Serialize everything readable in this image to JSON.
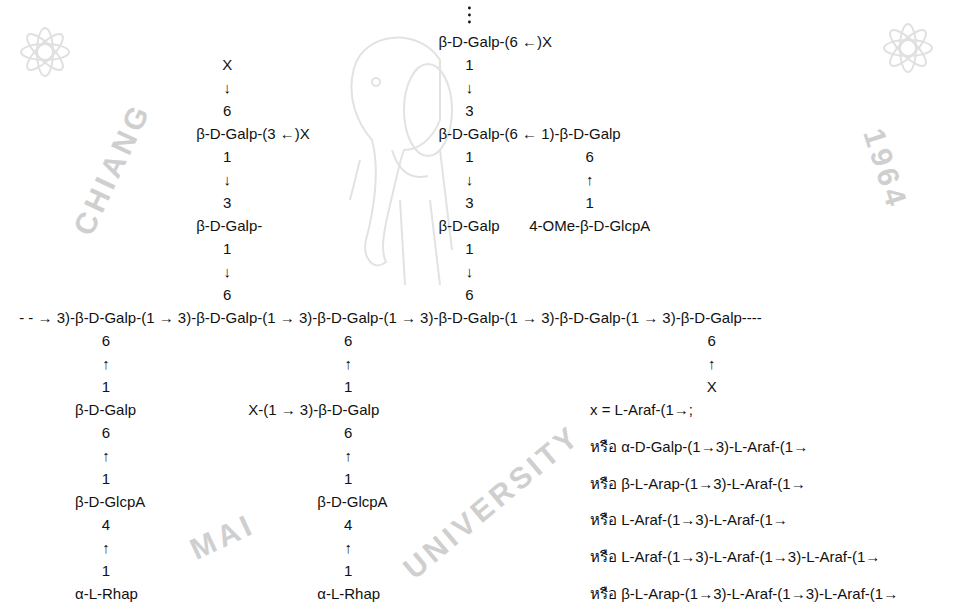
{
  "diagram": {
    "labels": [
      "β-D-Galp-(6 ←)X",
      "X",
      "1",
      "↓",
      "↓",
      "6",
      "3",
      "β-D-Galp-(3 ←)X",
      "β-D-Galp-(6 ← 1)-β-D-Galp",
      "1",
      "1",
      "6",
      "↓",
      "↓",
      "↑",
      "3",
      "3",
      "1",
      "β-D-Galp-",
      "β-D-Galp",
      "4-OMe-β-D-GlcpA",
      "1",
      "1",
      "↓",
      "↓",
      "6",
      "6",
      "- - → 3)-",
      "β-D-Galp-(1 → 3)-",
      "β-D-Galp-(1 → 3)-",
      "β-D-Galp-(1 → 3)-",
      "β-D-Galp-(1 → 3)-",
      "β-D-Galp-(1 → 3)-",
      "β-D-Galp----",
      "6",
      "6",
      "6",
      "↑",
      "↑",
      "↑",
      "1",
      "1",
      "X",
      "β-D-Galp",
      "X-(1 → 3)-β-D-Galp",
      "x = L-Araf-(1→;",
      "6",
      "6",
      "หรือ α-D-Galp-(1→3)-L-Araf-(1→",
      "↑",
      "↑",
      "1",
      "1",
      "หรือ β-L-Arap-(1→3)-L-Araf-(1→",
      "β-D-GlcpA",
      "β-D-GlcpA",
      "4",
      "4",
      "หรือ L-Araf-(1→3)-L-Araf-(1→",
      "↑",
      "↑",
      "1",
      "1",
      "หรือ L-Araf-(1→3)-L-Araf-(1→3)-L-Araf-(1→",
      "α-L-Rhap",
      "α-L-Rhap",
      "หรือ β-L-Arap-(1→3)-L-Araf-(1→3)-L-Araf-(1→",
      "CHIANG",
      "MAI",
      "UNIVERSITY",
      "1964"
    ]
  }
}
